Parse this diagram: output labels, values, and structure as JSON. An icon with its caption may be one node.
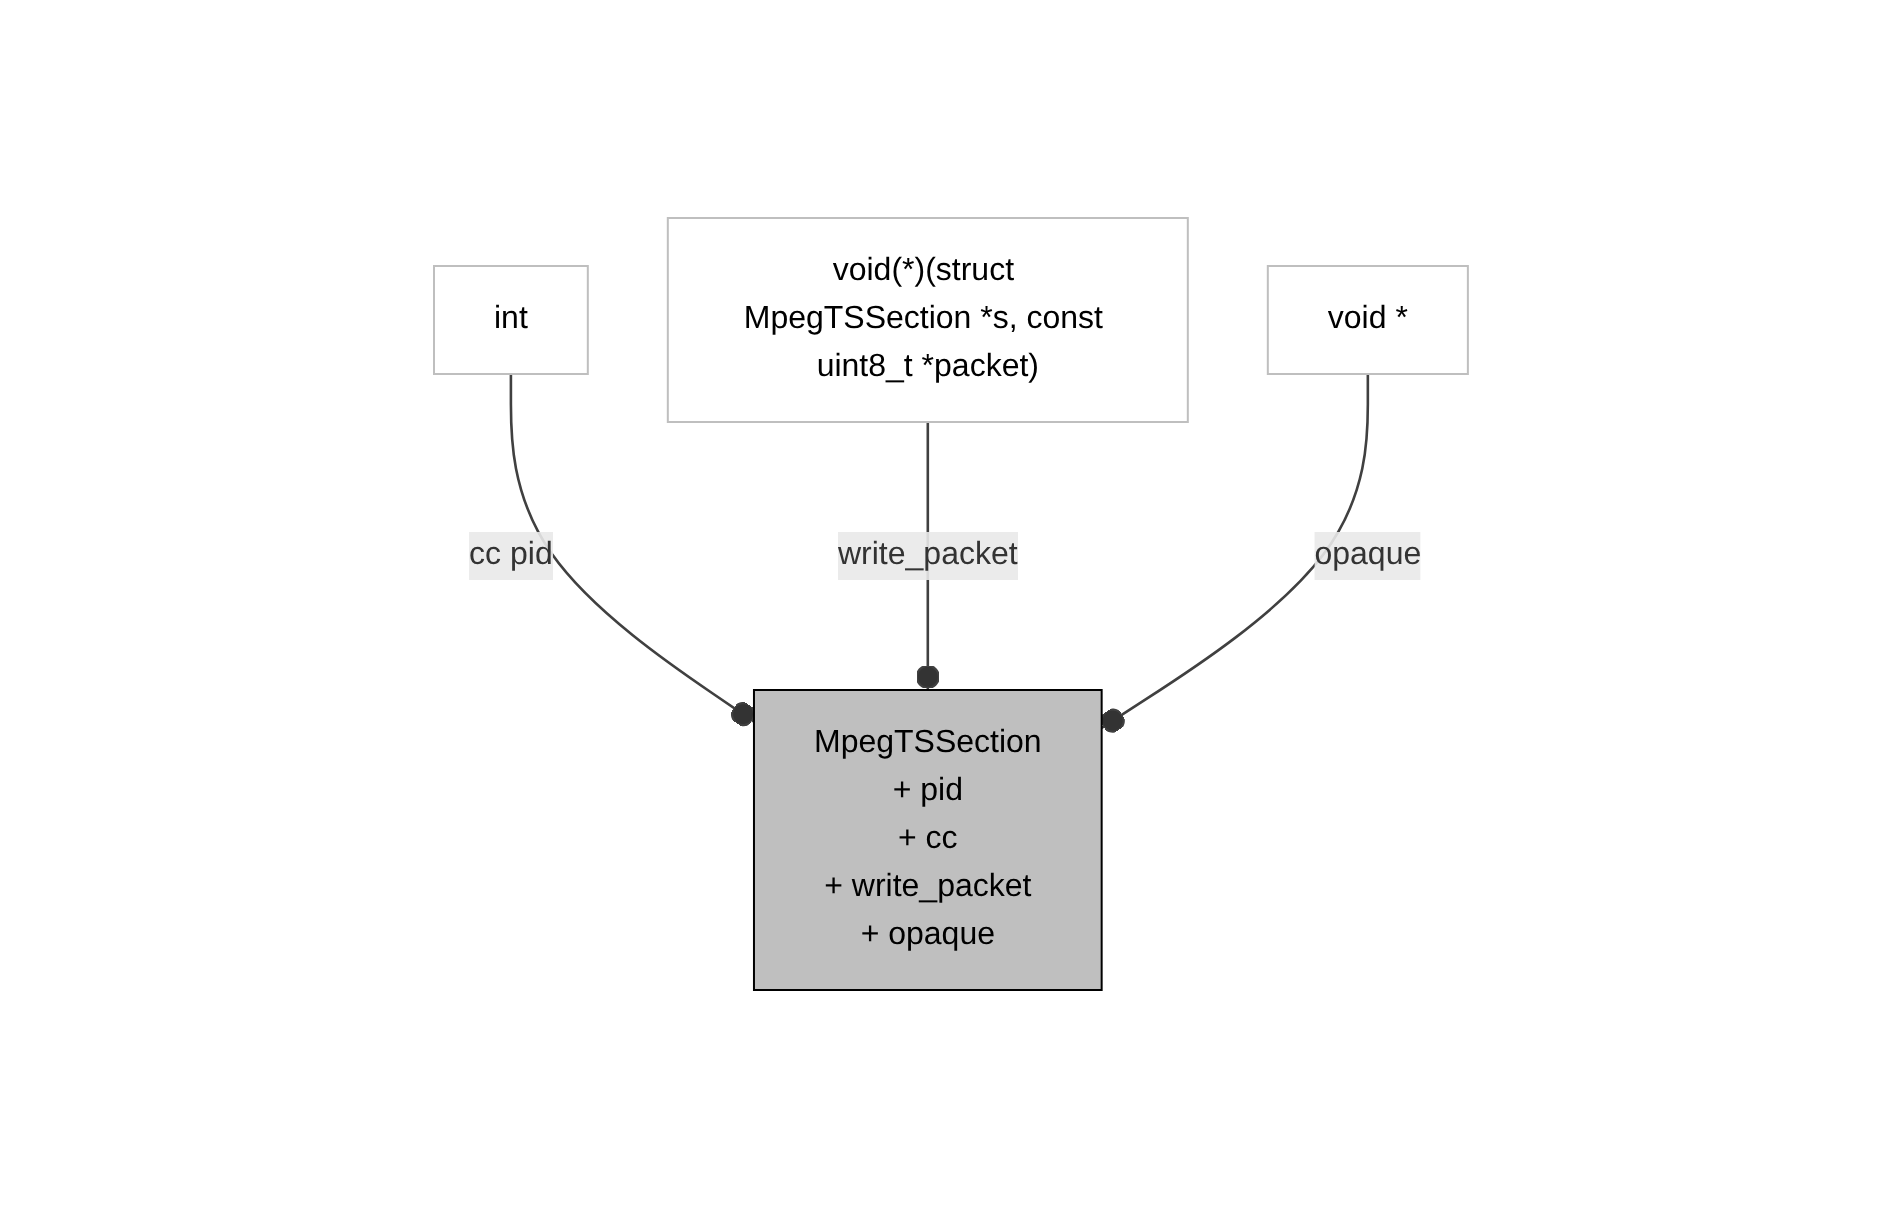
{
  "diagram": {
    "nodes": [
      {
        "text": [
          "int"
        ]
      },
      {
        "text": [
          "void(*)(struct MpegTSSection *s, const uint8_t *packet)"
        ]
      },
      {
        "text": [
          "void *"
        ]
      },
      {
        "text": [
          "MpegTSSection",
          "+ pid",
          "+ cc",
          "+ write_packet",
          "+ opaque"
        ]
      }
    ],
    "edges": [
      {
        "from": 0,
        "to": 3,
        "arrow": "other",
        "label": "cc pid"
      },
      {
        "from": 1,
        "to": 3,
        "arrow": "other",
        "label": "write_packet"
      },
      {
        "from": 2,
        "to": 3,
        "arrow": "other",
        "label": "opaque"
      }
    ]
  }
}
